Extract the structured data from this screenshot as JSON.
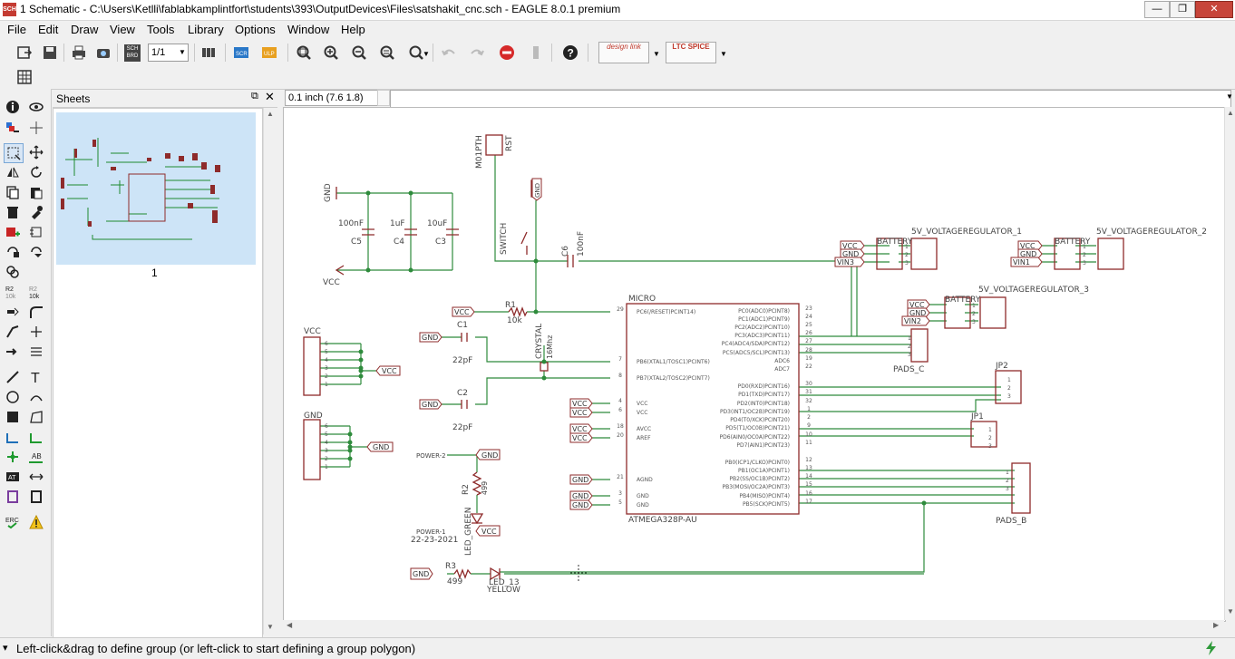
{
  "window": {
    "title": "1 Schematic - C:\\Users\\Ketlli\\fablabkamplintfort\\students\\393\\OutputDevices\\Files\\satshakit_cnc.sch - EAGLE 8.0.1 premium",
    "app_icon_text": "SCH"
  },
  "menu": [
    "File",
    "Edit",
    "Draw",
    "View",
    "Tools",
    "Library",
    "Options",
    "Window",
    "Help"
  ],
  "toolbar": {
    "sheet_select": "1/1",
    "sch_label": "SCH\nBRD",
    "designlink_label": "design link",
    "ltspice_label": "LTC SPICE"
  },
  "sheets_panel": {
    "title": "Sheets",
    "sheet_number": "1"
  },
  "canvas": {
    "grid_coordinate": "0.1 inch (7.6 1.8)",
    "command_value": ""
  },
  "status": {
    "message": "Left-click&drag to define group (or left-click to start defining a group polygon)"
  },
  "schematic": {
    "labels": {
      "rst_part": "M01PTH",
      "rst": "RST",
      "switch": "SWITCH",
      "gnd": "GND",
      "vcc": "VCC",
      "c5": "C5",
      "c5_val": "100nF",
      "c4": "C4",
      "c4_val": "1uF",
      "c3": "C3",
      "c3_val": "10uF",
      "c6": "C6",
      "c6_val": "100nF",
      "r1": "R1",
      "r1_val": "10k",
      "c1": "C1",
      "c1_val": "22pF",
      "c2": "C2",
      "c2_val": "22pF",
      "crystal": "CRYSTAL",
      "crystal_val": "16Mhz",
      "micro": "MICRO",
      "chip": "ATMEGA328P-AU",
      "r2": "R2",
      "r2_val": "499",
      "r3": "R3",
      "r3_val": "499",
      "led_green": "LED_GREEN",
      "led13": "LED_13",
      "yellow": "YELLOW",
      "power2": "POWER-2",
      "power1": "POWER-1",
      "date": "22-23-2021",
      "battery": "BATTERY",
      "vr1": "5V_VOLTAGEREGULATOR_1",
      "vr2": "5V_VOLTAGEREGULATOR_2",
      "vr3": "5V_VOLTAGEREGULATOR_3",
      "vin1": "VIN1",
      "vin2": "VIN2",
      "vin3": "VIN3",
      "pads_c": "PADS_C",
      "pads_b": "PADS_B",
      "jp1": "JP1",
      "jp2": "JP2"
    },
    "chip_left_pins": [
      {
        "num": "29",
        "name": "PC6(/RESET)PCINT14)"
      },
      {
        "num": "7",
        "name": "PB6(XTAL1/TOSC1)PCINT6)"
      },
      {
        "num": "8",
        "name": "PB7(XTAL2/TOSC2)PCINT7)"
      },
      {
        "num": "4",
        "name": "VCC"
      },
      {
        "num": "6",
        "name": "VCC"
      },
      {
        "num": "18",
        "name": "AVCC"
      },
      {
        "num": "20",
        "name": "AREF"
      },
      {
        "num": "21",
        "name": "AGND"
      },
      {
        "num": "3",
        "name": "GND"
      },
      {
        "num": "5",
        "name": "GND"
      }
    ],
    "chip_right_pins": [
      {
        "num": "23",
        "name": "PC0(ADC0)PCINT8)"
      },
      {
        "num": "24",
        "name": "PC1(ADC1)PCINT9)"
      },
      {
        "num": "25",
        "name": "PC2(ADC2)PCINT10)"
      },
      {
        "num": "26",
        "name": "PC3(ADC3)PCINT11)"
      },
      {
        "num": "27",
        "name": "PC4(ADC4/SDA)PCINT12)"
      },
      {
        "num": "28",
        "name": "PC5(ADC5/SCL)PCINT13)"
      },
      {
        "num": "19",
        "name": "ADC6"
      },
      {
        "num": "22",
        "name": "ADC7"
      },
      {
        "num": "30",
        "name": "PD0(RXD)PCINT16)"
      },
      {
        "num": "31",
        "name": "PD1(TXD)PCINT17)"
      },
      {
        "num": "32",
        "name": "PD2(INT0)PCINT18)"
      },
      {
        "num": "1",
        "name": "PD3(INT1/OC2B)PCINT19)"
      },
      {
        "num": "2",
        "name": "PD4(T0/XCK)PCINT20)"
      },
      {
        "num": "9",
        "name": "PD5(T1/OC0B)PCINT21)"
      },
      {
        "num": "10",
        "name": "PD6(AIN0/OC0A)PCINT22)"
      },
      {
        "num": "11",
        "name": "PD7(AIN1)PCINT23)"
      },
      {
        "num": "12",
        "name": "PB0(ICP1/CLKO)PCINT0)"
      },
      {
        "num": "13",
        "name": "PB1(OC1A)PCINT1)"
      },
      {
        "num": "14",
        "name": "PB2(SS/OC1B)PCINT2)"
      },
      {
        "num": "15",
        "name": "PB3(MOSI/OC2A)PCINT3)"
      },
      {
        "num": "16",
        "name": "PB4(MISO)PCINT4)"
      },
      {
        "num": "17",
        "name": "PB5(SCK)PCINT5)"
      }
    ],
    "header_pins": [
      "6",
      "5",
      "4",
      "3",
      "2",
      "1"
    ],
    "reg_pins": [
      "1",
      "2",
      "3"
    ]
  }
}
